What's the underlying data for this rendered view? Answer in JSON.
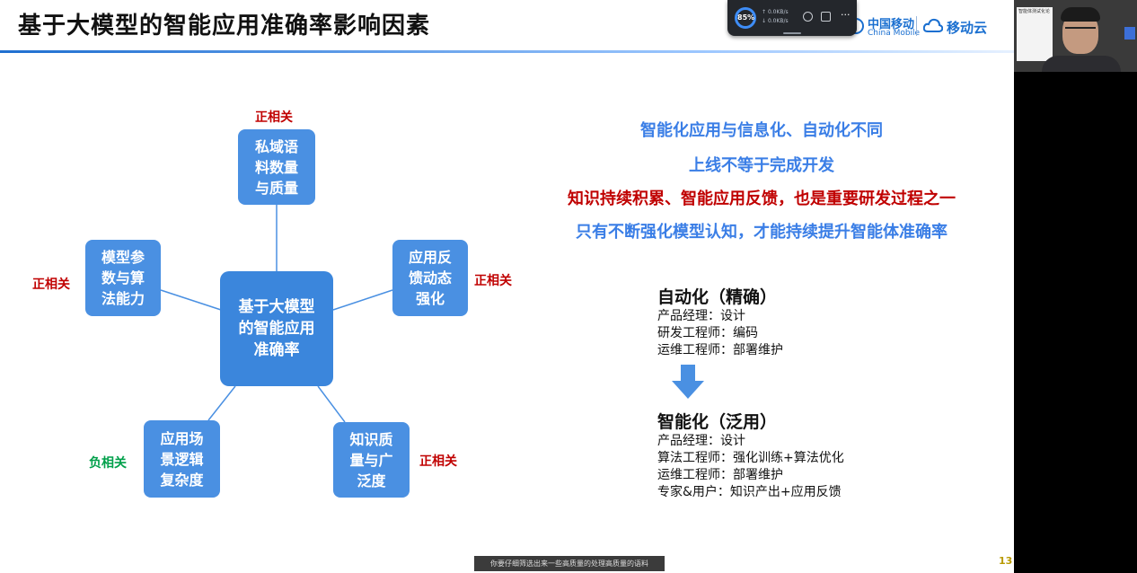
{
  "slide": {
    "title": "基于大模型的智能应用准确率影响因素",
    "logo": {
      "cmcc_cn": "中国移动",
      "cmcc_en": "China Mobile",
      "cloud": "移动云"
    },
    "center_node": "基于大模型\n的智能应用\n准确率",
    "nodes": {
      "top": "私域语\n料数量\n与质量",
      "right": "应用反\n馈动态\n强化",
      "left": "模型参\n数与算\n法能力",
      "bottom_left": "应用场\n景逻辑\n复杂度",
      "bottom_right": "知识质\n量与广\n泛度"
    },
    "relations": {
      "top": "正相关",
      "right": "正相关",
      "left": "正相关",
      "bottom_left": "负相关",
      "bottom_right": "正相关"
    },
    "statements": [
      "智能化应用与信息化、自动化不同",
      "上线不等于完成开发",
      "知识持续积累、智能应用反馈，也是重要研发过程之一",
      "只有不断强化模型认知，才能持续提升智能体准确率"
    ],
    "automation": {
      "heading": "自动化（精确）",
      "roles": [
        "产品经理：设计",
        "研发工程师：编码",
        "运维工程师：部署维护"
      ]
    },
    "intelligence": {
      "heading": "智能化（泛用）",
      "roles": [
        "产品经理：设计",
        "算法工程师：强化训练+算法优化",
        "运维工程师：部署维护",
        "专家&用户：知识产出+应用反馈"
      ]
    },
    "page_number": "13",
    "caption": "你要仔细筛选出来一些高质量的处理高质量的语料"
  },
  "overlay": {
    "cpu_percent": "85%",
    "upload_speed": "0.0KB/s",
    "download_speed": "0.0KB/s",
    "more": "···"
  },
  "camera": {
    "side_text": "智能体测试化论"
  },
  "colors": {
    "node_blue": "#4a90e2",
    "positive": "#c00000",
    "negative": "#00a04a",
    "statement_blue": "#3a7ee6"
  }
}
